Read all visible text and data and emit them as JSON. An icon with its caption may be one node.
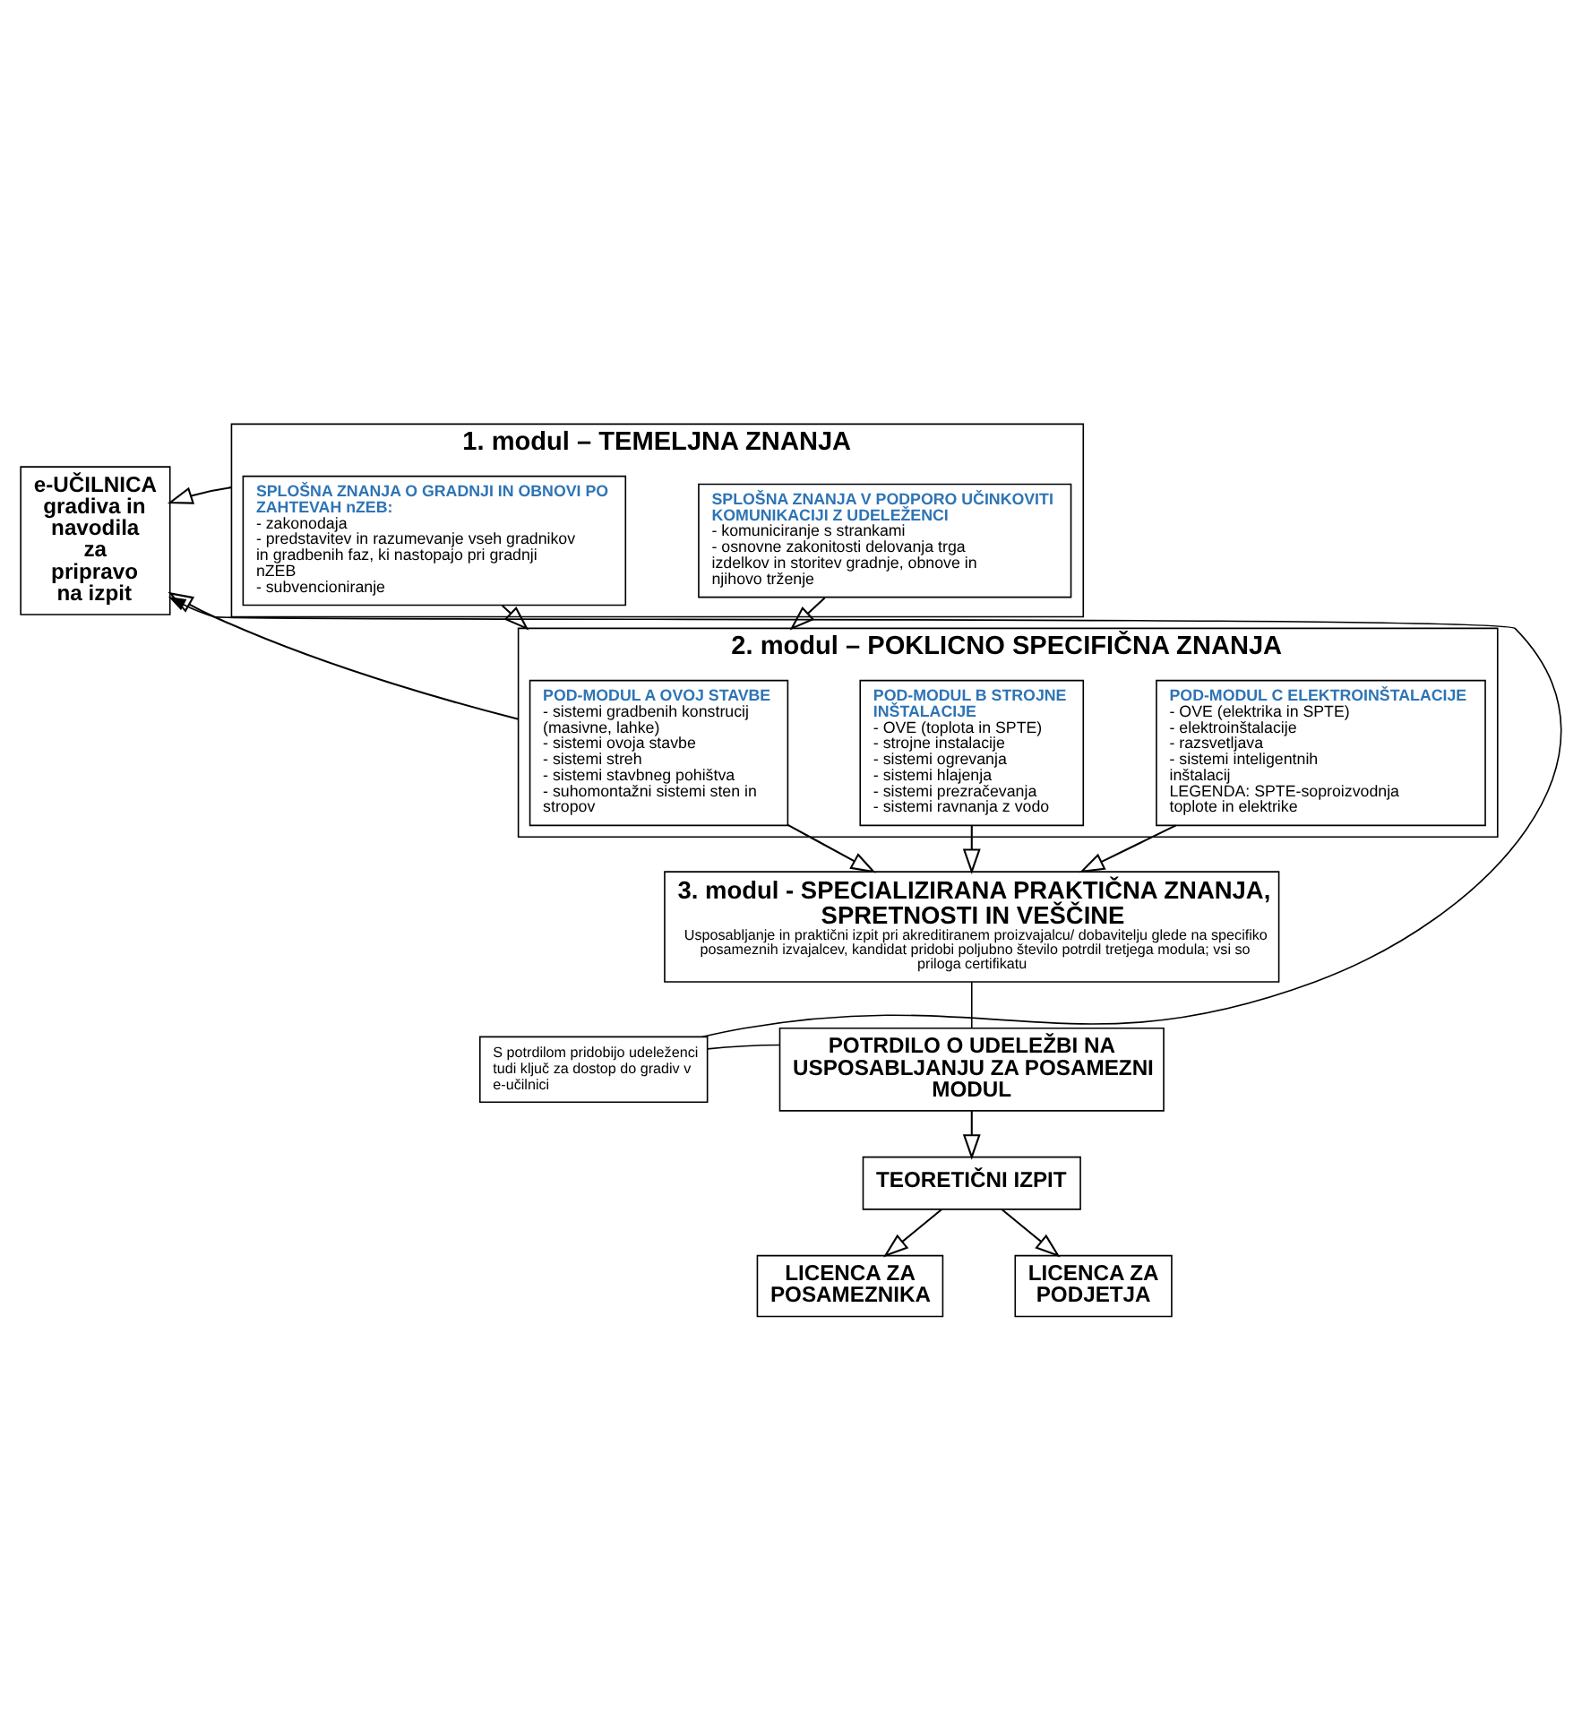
{
  "diagram": {
    "nodes": [
      {
        "text": [
          "e-UČILNICA gradiva in navodila za pripravo na izpit"
        ]
      },
      {
        "text": [
          "1. modul – TEMELJNA ZNANJA"
        ]
      },
      {
        "text": [
          "SPLOŠNA ZNANJA O GRADNJI IN OBNOVI PO ZAHTEVAH nZEB:",
          "- zakonodaja",
          "- predstavitev in razumevanje vseh gradnikov in gradbenih faz, ki nastopajo pri gradnji nZEB",
          "- subvencioniranje"
        ],
        "in": 1
      },
      {
        "text": [
          "SPLOŠNA ZNANJA V PODPORO UČINKOVITI KOMUNIKACIJI Z UDELEŽENCI",
          "- komuniciranje s strankami",
          "- osnovne zakonitosti delovanja trga izdelkov in storitev gradnje, obnove in njihovo trženje"
        ],
        "in": 1
      },
      {
        "text": [
          "2. modul – POKLICNO SPECIFIČNA ZNANJA"
        ]
      },
      {
        "text": [
          "POD-MODUL A OVOJ STAVBE",
          "- sistemi gradbenih konstrucij (masivne, lahke)",
          "- sistemi ovoja stavbe",
          "- sistemi streh",
          "- sistemi stavbneg pohištva",
          "- suhomontažni sistemi sten in stropov"
        ],
        "in": 4
      },
      {
        "text": [
          "POD-MODUL B STROJNE INŠTALACIJE",
          "- OVE (toplota in SPTE)",
          "- strojne instalacije",
          "- sistemi ogrevanja",
          "- sistemi hlajenja",
          "- sistemi prezračevanja",
          "- sistemi ravnanja z vodo"
        ],
        "in": 4
      },
      {
        "text": [
          "POD-MODUL C ELEKTROINŠTALACIJE",
          "- OVE (elektrika in SPTE)",
          "- elektroinštalacije",
          "- razsvetljava",
          "- sistemi inteligentnih inštalacij",
          "LEGENDA: SPTE-soproizvodnja toplote in elektrike"
        ],
        "in": 4
      },
      {
        "text": [
          "3. modul - SPECIALIZIRANA PRAKTIČNA ZNANJA, SPRETNOSTI IN VEŠČINE",
          "Usposabljanje in praktični izpit pri akreditiranem proizvajalcu/ dobavitelju glede na specifiko posameznih izvajalcev, kandidat pridobi poljubno število potrdil tretjega modula; vsi so priloga certifikatu"
        ]
      },
      {
        "text": [
          "S potrdilom pridobijo udeleženci tudi ključ za dostop do gradiv v e-učilnici"
        ]
      },
      {
        "text": [
          "POTRDILO O UDELEŽBI NA USPOSABLJANJU ZA POSAMEZNI MODUL"
        ]
      },
      {
        "text": [
          "TEORETIČNI IZPIT"
        ]
      },
      {
        "text": [
          "LICENCA ZA POSAMEZNIKA"
        ]
      },
      {
        "text": [
          "LICENCA ZA PODJETJA"
        ]
      }
    ],
    "edges": [
      {
        "from": 1,
        "to": 0,
        "arrow": "to"
      },
      {
        "from": 2,
        "to": 4,
        "arrow": "to"
      },
      {
        "from": 3,
        "to": 4,
        "arrow": "to"
      },
      {
        "from": 4,
        "to": 0,
        "arrow": "to"
      },
      {
        "from": 5,
        "to": 8,
        "arrow": "to"
      },
      {
        "from": 6,
        "to": 8,
        "arrow": "to"
      },
      {
        "from": 7,
        "to": 8,
        "arrow": "to"
      },
      {
        "from": 8,
        "to": 10,
        "arrow": "none"
      },
      {
        "from": 10,
        "to": 9,
        "arrow": "none"
      },
      {
        "from": 9,
        "to": 0,
        "arrow": "to"
      },
      {
        "from": 10,
        "to": 11,
        "arrow": "to"
      },
      {
        "from": 11,
        "to": 12,
        "arrow": "to"
      },
      {
        "from": 11,
        "to": 13,
        "arrow": "to"
      }
    ]
  }
}
